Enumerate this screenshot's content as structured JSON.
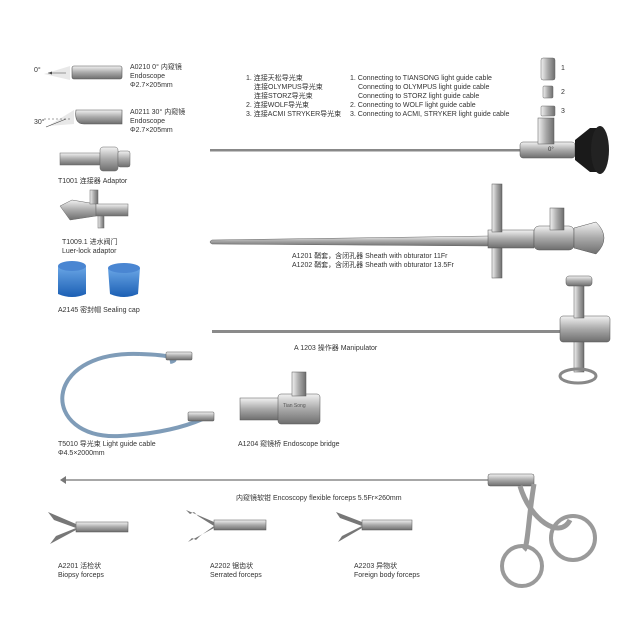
{
  "a0210": {
    "angle": "0°",
    "lines": [
      "A0210  0° 内窥镜",
      "Endoscope",
      "Φ2.7×205mm"
    ]
  },
  "a0211": {
    "angle": "30°",
    "lines": [
      "A0211  30° 内窥镜",
      "Endoscope",
      "Φ2.7×205mm"
    ]
  },
  "cn_list": [
    "1. 连接天松导光束",
    "连接OLYMPUS导光束",
    "连接STORZ导光束",
    "2. 连接WOLF导光束",
    "3. 连接ACMI STRYKER导光束"
  ],
  "en_list": [
    "1. Connecting to TIANSONG light guide cable",
    "Connecting to OLYMPUS light guide cable",
    "Connecting to STORZ light guide cable",
    "2. Connecting to WOLF light guide cable",
    "3. Connecting to ACMI, STRYKER light guide cable"
  ],
  "connector_numbers": [
    "1",
    "2",
    "3"
  ],
  "scope_angle_mark": "0°",
  "t1001": "T1001 连接器 Adaptor",
  "t1009": [
    "T1009.1 进水阀门",
    "Luer-lock adaptor"
  ],
  "a2145": "A2145 密封帽 Sealing cap",
  "sheath": [
    "A1201 鞘套，含闭孔器  Sheath with obturator  11Fr",
    "A1202 鞘套，含闭孔器  Sheath with obturator  13.5Fr"
  ],
  "a1203": "A 1203 操作器 Manipulator",
  "t5010": [
    "T5010 导光束  Light guide cable",
    "Φ4.5×2000mm"
  ],
  "a1204": "A1204 窥镜桥 Endoscope bridge",
  "bridge_engraving": "Tian Song",
  "forceps_title": "内窥镜软钳 Encoscopy flexible forceps 5.5Fr×260mm",
  "a2201": [
    "A2201 活检状",
    "Biopsy forceps"
  ],
  "a2202": [
    "A2202 锯齿状",
    "Serrated forceps"
  ],
  "a2203": [
    "A2203 异物状",
    "Foreign body forceps"
  ]
}
